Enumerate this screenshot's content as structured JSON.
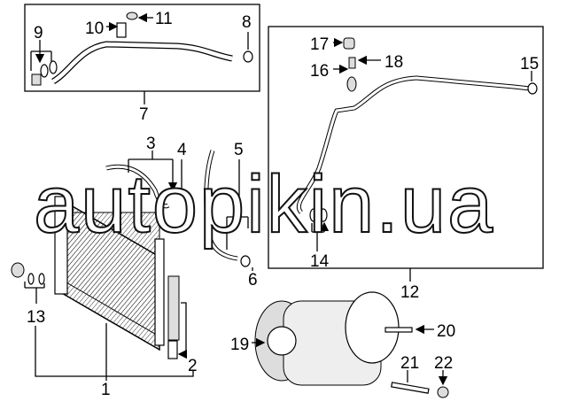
{
  "watermark": "autopikin.ua",
  "callouts": [
    "1",
    "2",
    "3",
    "4",
    "5",
    "6",
    "7",
    "8",
    "9",
    "10",
    "11",
    "12",
    "13",
    "14",
    "15",
    "16",
    "17",
    "18",
    "19",
    "20",
    "21",
    "22"
  ]
}
